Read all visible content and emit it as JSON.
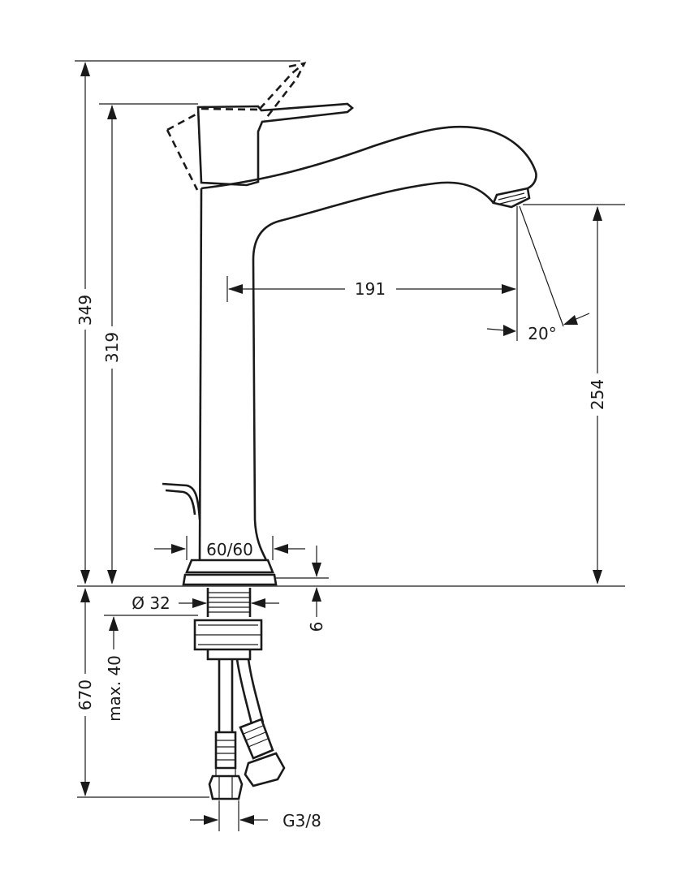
{
  "drawing": {
    "dimensions": {
      "total_height": "349",
      "spout_level_height": "319",
      "spout_reach": "191",
      "spray_angle": "20°",
      "spout_clearance": "254",
      "base_width": "60/60",
      "base_thickness": "6",
      "thread_diameter": "Ø 32",
      "max_counter_thickness": "max. 40",
      "hose_length": "670",
      "connection_thread": "G3/8"
    },
    "colors": {
      "line": "#1a1a1a",
      "background": "#ffffff"
    }
  }
}
